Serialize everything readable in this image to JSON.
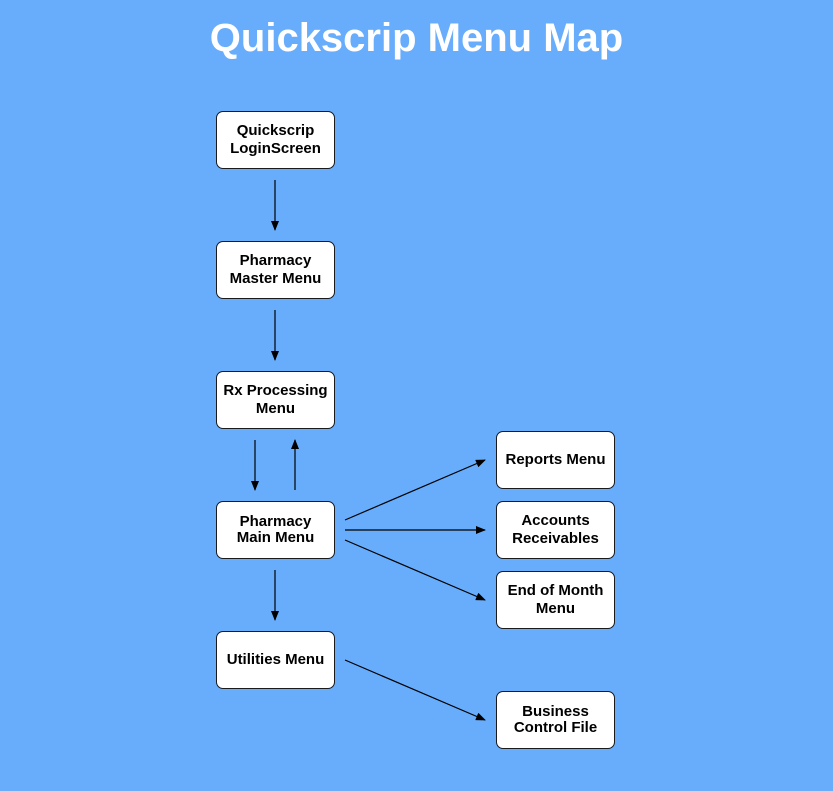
{
  "title": "Quickscrip Menu Map",
  "nodes": {
    "login": [
      "Quickscrip",
      "LoginScreen"
    ],
    "master": [
      "Pharmacy",
      "Master Menu"
    ],
    "rx": [
      "Rx Processing",
      "Menu"
    ],
    "main": [
      "Pharmacy",
      "Main Menu"
    ],
    "utilities": [
      "Utilities Menu"
    ],
    "reports": [
      "Reports Menu"
    ],
    "accounts": [
      "Accounts",
      "Receivables"
    ],
    "eom": [
      "End of Month",
      "Menu"
    ],
    "business": [
      "Business",
      "Control File"
    ]
  },
  "colors": {
    "background": "#67adfc",
    "node_fill": "#ffffff",
    "node_border": "#1a1a1a",
    "arrow": "#000000",
    "title": "#ffffff"
  }
}
